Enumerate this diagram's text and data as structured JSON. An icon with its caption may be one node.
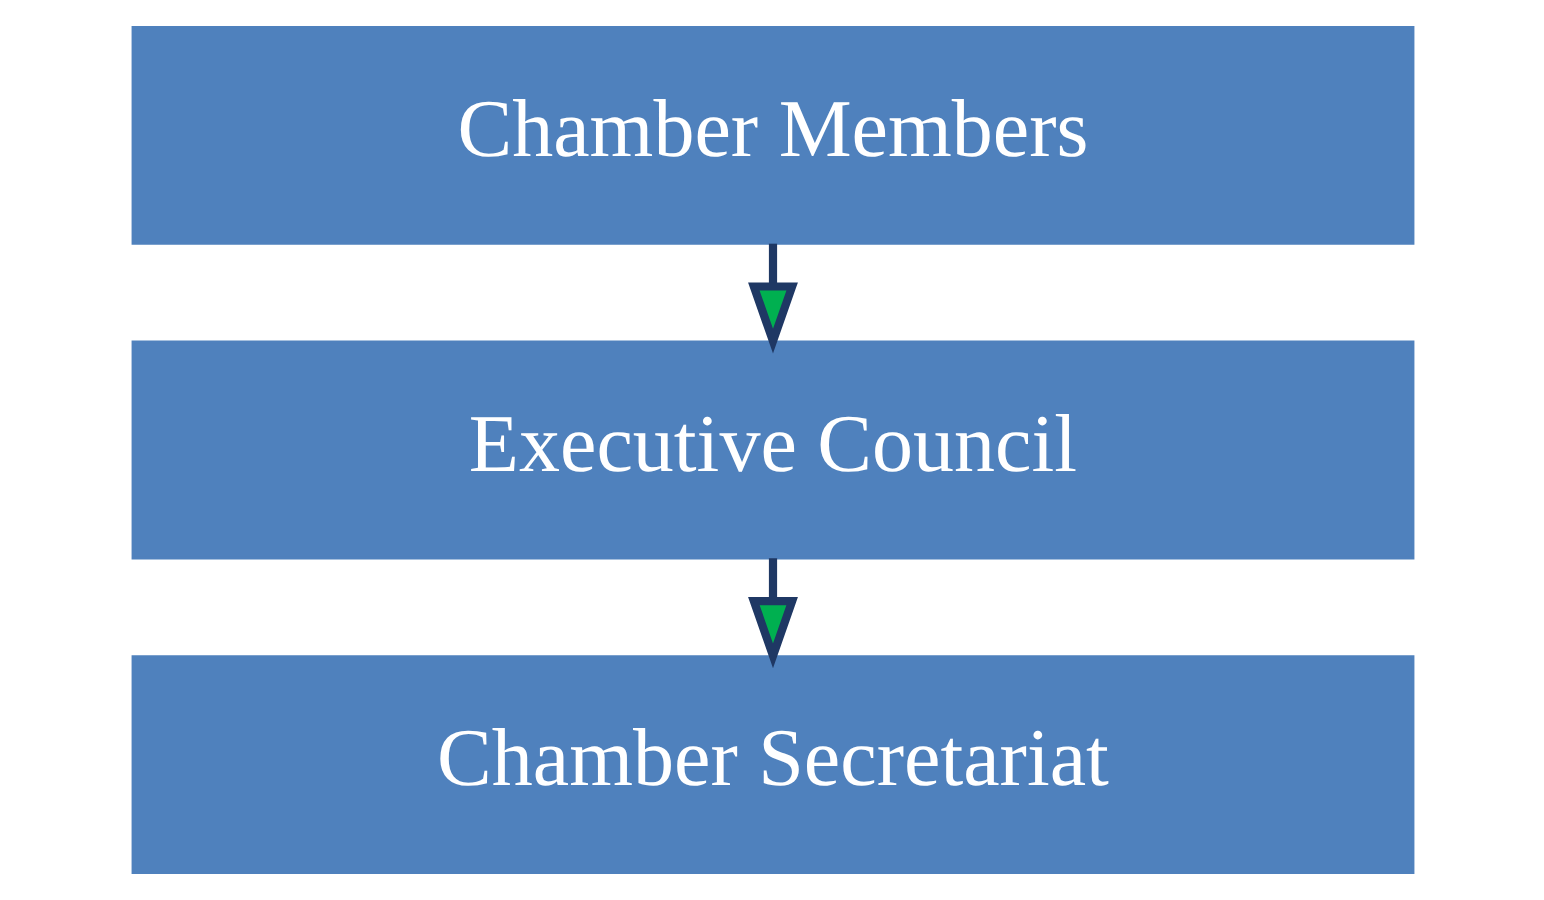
{
  "diagram": {
    "nodes": [
      {
        "text": [
          "Chamber Members"
        ]
      },
      {
        "text": [
          "Executive Council"
        ]
      },
      {
        "text": [
          "Chamber Secretariat"
        ]
      }
    ],
    "edges": [
      {
        "from": 0,
        "to": 1,
        "arrow": "to"
      },
      {
        "from": 1,
        "to": 2,
        "arrow": "to"
      }
    ]
  }
}
